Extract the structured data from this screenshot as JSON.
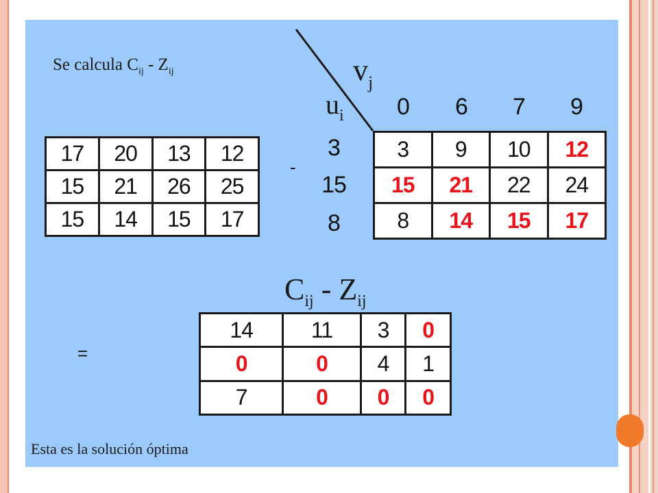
{
  "title": {
    "prefix": "Se calcula C",
    "sub1": "ij",
    "mid": " - Z",
    "sub2": "ij"
  },
  "left_table": [
    [
      "17",
      "20",
      "13",
      "12"
    ],
    [
      "15",
      "21",
      "26",
      "25"
    ],
    [
      "15",
      "14",
      "15",
      "17"
    ]
  ],
  "operators": {
    "minus": "-",
    "equals": "="
  },
  "v_label": {
    "base": "v",
    "sub": "j"
  },
  "u_label": {
    "base": "u",
    "sub": "i"
  },
  "v_values": [
    "0",
    "6",
    "7",
    "9"
  ],
  "u_values": [
    "3",
    "15",
    "8"
  ],
  "right_table": [
    [
      {
        "v": "3",
        "red": false
      },
      {
        "v": "9",
        "red": false
      },
      {
        "v": "10",
        "red": false
      },
      {
        "v": "12",
        "red": true
      }
    ],
    [
      {
        "v": "15",
        "red": true
      },
      {
        "v": "21",
        "red": true
      },
      {
        "v": "22",
        "red": false
      },
      {
        "v": "24",
        "red": false
      }
    ],
    [
      {
        "v": "8",
        "red": false
      },
      {
        "v": "14",
        "red": true
      },
      {
        "v": "15",
        "red": true
      },
      {
        "v": "17",
        "red": true
      }
    ]
  ],
  "result_title": {
    "c": "C",
    "sub1": "ij",
    "mid": " -  Z",
    "sub2": "ij"
  },
  "result_table": [
    [
      {
        "v": "14",
        "red": false
      },
      {
        "v": "11",
        "red": false
      },
      {
        "v": "3",
        "red": false
      },
      {
        "v": "0",
        "red": true
      }
    ],
    [
      {
        "v": "0",
        "red": true
      },
      {
        "v": "0",
        "red": true
      },
      {
        "v": "4",
        "red": false
      },
      {
        "v": "1",
        "red": false
      }
    ],
    [
      {
        "v": "7",
        "red": false
      },
      {
        "v": "0",
        "red": true
      },
      {
        "v": "0",
        "red": true
      },
      {
        "v": "0",
        "red": true
      }
    ]
  ],
  "footer": "Esta es la solución óptima",
  "colors": {
    "panel": "#9ccbfb",
    "highlight": "#e8141b",
    "accent": "#f07a2a"
  }
}
